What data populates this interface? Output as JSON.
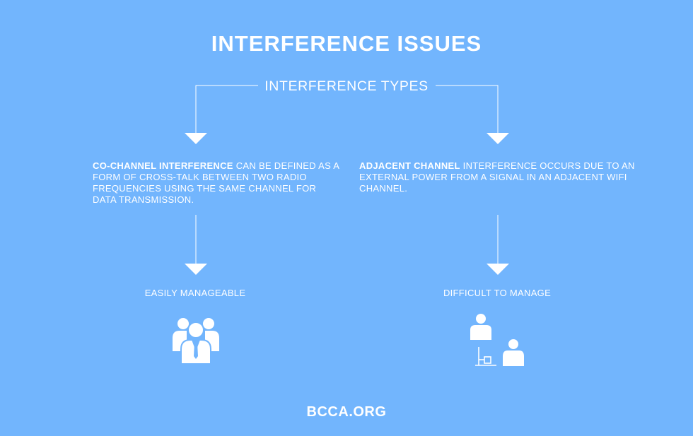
{
  "title": "INTERFERENCE ISSUES",
  "subtitle": "INTERFERENCE TYPES",
  "left": {
    "bold": "CO-CHANNEL INTERFERENCE",
    "text": " CAN BE DEFINED AS A FORM OF CROSS-TALK BETWEEN TWO RADIO FREQUENCIES USING THE SAME CHANNEL FOR DATA TRANSMISSION.",
    "result": "EASILY MANAGEABLE",
    "icon": "group-people-icon"
  },
  "right": {
    "bold": "ADJACENT CHANNEL",
    "text": " INTERFERENCE OCCURS DUE TO AN EXTERNAL POWER FROM A SIGNAL IN AN ADJACENT WIFI CHANNEL.",
    "result": "DIFFICULT TO MANAGE",
    "icon": "separated-people-icon"
  },
  "footer": "BCCA.ORG",
  "colors": {
    "background": "#72b5fd",
    "foreground": "#ffffff"
  }
}
